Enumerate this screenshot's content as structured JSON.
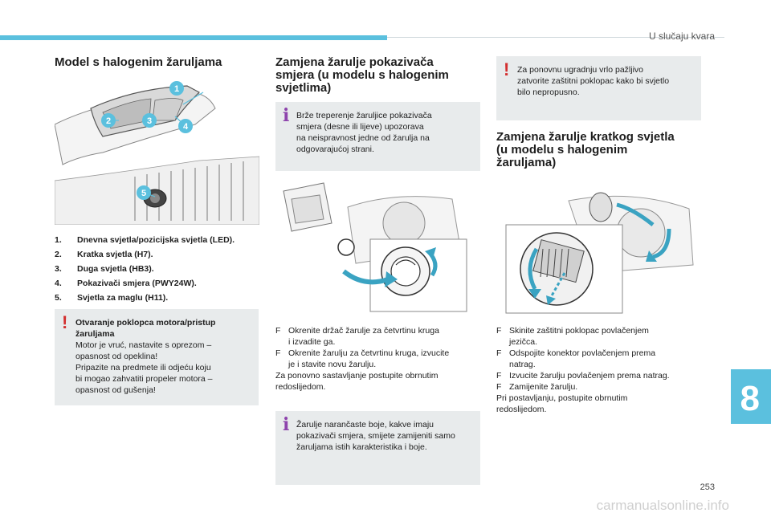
{
  "header": {
    "title": "U slučaju kvara"
  },
  "chapter": {
    "number": "8"
  },
  "footer": {
    "page": "253",
    "watermark": "carmanualsonline.info"
  },
  "col1": {
    "title": "Model s halogenim žaruljama",
    "callouts": [
      "1",
      "2",
      "3",
      "4",
      "5"
    ],
    "list": [
      {
        "n": "1.",
        "t": "Dnevna svjetla/pozicijska svjetla (LED)."
      },
      {
        "n": "2.",
        "t": "Kratka svjetla (H7)."
      },
      {
        "n": "3.",
        "t": "Duga svjetla (HB3)."
      },
      {
        "n": "4.",
        "t": "Pokazivači smjera (PWY24W)."
      },
      {
        "n": "5.",
        "t": "Svjetla za maglu (H11)."
      }
    ],
    "warning": {
      "title_lines": [
        "Otvaranje poklopca motora/pristup",
        "žaruljama"
      ],
      "lines": [
        "Motor je vruć, nastavite s oprezom –",
        "opasnost od opeklina!",
        "Pripazite na predmete ili odjeću koju",
        "bi mogao zahvatiti propeler motora –",
        "opasnost od gušenja!"
      ]
    }
  },
  "col2": {
    "title_lines": [
      "Zamjena žarulje pokazivača",
      "smjera (u modelu s halogenim",
      "svjetlima)"
    ],
    "info1": [
      "Brže treperenje žaruljice pokazivača",
      "smjera (desne ili lijeve) upozorava",
      "na neispravnost jedne od žarulja na",
      "odgovarajućoj strani."
    ],
    "steps": [
      {
        "m": "F",
        "lines": [
          "Okrenite držač žarulje za četvrtinu kruga",
          "i izvadite ga."
        ]
      },
      {
        "m": "F",
        "lines": [
          "Okrenite žarulju za četvrtinu kruga, izvucite",
          "je i stavite novu žarulju."
        ]
      }
    ],
    "after": [
      "Za ponovno sastavljanje postupite obrnutim",
      "redoslijedom."
    ],
    "info2": [
      "Žarulje narančaste boje, kakve imaju",
      "pokazivači smjera, smijete zamijeniti samo",
      "žaruljama istih karakteristika i boje."
    ]
  },
  "col3": {
    "warning": [
      "Za ponovnu ugradnju vrlo pažljivo",
      "zatvorite zaštitni poklopac kako bi svjetlo",
      "bilo nepropusno."
    ],
    "title_lines": [
      "Zamjena žarulje kratkog svjetla",
      "(u modelu s halogenim",
      "žaruljama)"
    ],
    "steps": [
      {
        "m": "F",
        "lines": [
          "Skinite zaštitni poklopac povlačenjem",
          "jezičca."
        ]
      },
      {
        "m": "F",
        "lines": [
          "Odspojite konektor povlačenjem prema",
          "natrag."
        ]
      },
      {
        "m": "F",
        "lines": [
          "Izvucite žarulju povlačenjem prema natrag."
        ]
      },
      {
        "m": "F",
        "lines": [
          "Zamijenite žarulju."
        ]
      }
    ],
    "after": [
      "Pri postavljanju, postupite obrnutim",
      "redoslijedom."
    ]
  },
  "colors": {
    "accent": "#5bc0de",
    "box": "#e8ebec",
    "warn": "#d32f2f",
    "info": "#8e44ad",
    "arrow": "#3aa3c2"
  }
}
